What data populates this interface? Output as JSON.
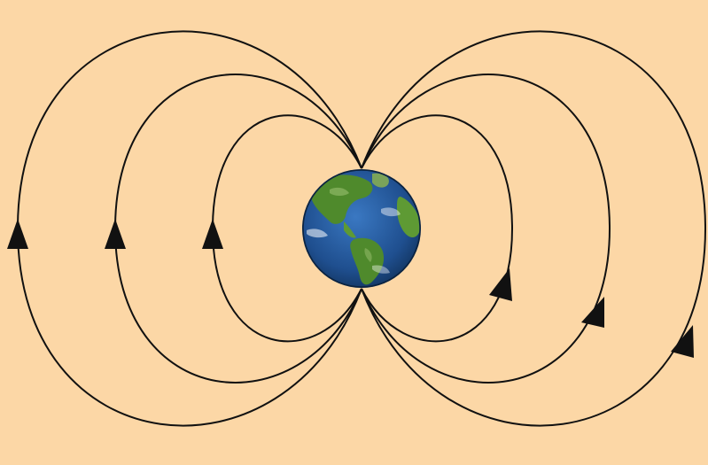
{
  "diagram": {
    "background_color": "#fcd7a6",
    "line_color": "#111111",
    "globe": {
      "icon": "earth-globe-icon",
      "ocean_color": "#1f4f8f",
      "land_color": "#4f8a2c"
    },
    "field_lines": [
      {
        "side": "left",
        "arrow_direction": "up"
      },
      {
        "side": "left",
        "arrow_direction": "up"
      },
      {
        "side": "left",
        "arrow_direction": "up"
      },
      {
        "side": "right",
        "arrow_direction": "up"
      },
      {
        "side": "right",
        "arrow_direction": "up"
      },
      {
        "side": "right",
        "arrow_direction": "up"
      }
    ]
  }
}
